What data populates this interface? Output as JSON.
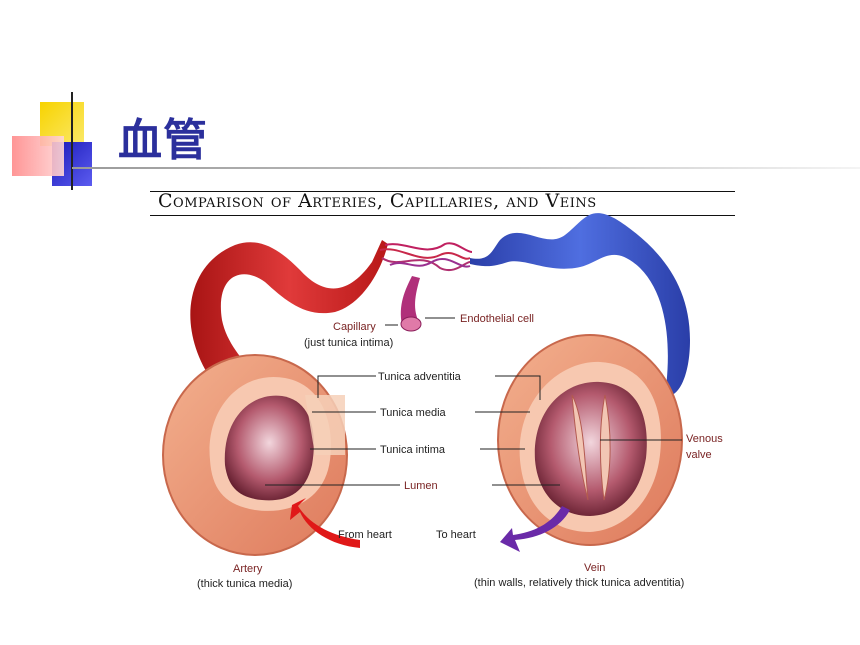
{
  "slide": {
    "title": "血管"
  },
  "figure": {
    "title": "Comparison of Arteries, Capillaries, and Veins",
    "labels": {
      "endothelial_cell": "Endothelial cell",
      "capillary": "Capillary",
      "capillary_note": "(just tunica intima)",
      "tunica_adventitia": "Tunica adventitia",
      "tunica_media": "Tunica media",
      "tunica_intima": "Tunica intima",
      "lumen": "Lumen",
      "venous_valve_1": "Venous",
      "venous_valve_2": "valve",
      "from_heart": "From heart",
      "to_heart": "To heart",
      "artery": "Artery",
      "artery_note": "(thick tunica media)",
      "vein": "Vein",
      "vein_note": "(thin walls, relatively thick tunica adventitia)"
    },
    "colors": {
      "artery_red": "#d42a2a",
      "vein_blue": "#3a55c8",
      "label_maroon": "#7a2424",
      "arrow_red": "#e01818",
      "arrow_purple": "#6a2aa8"
    }
  }
}
